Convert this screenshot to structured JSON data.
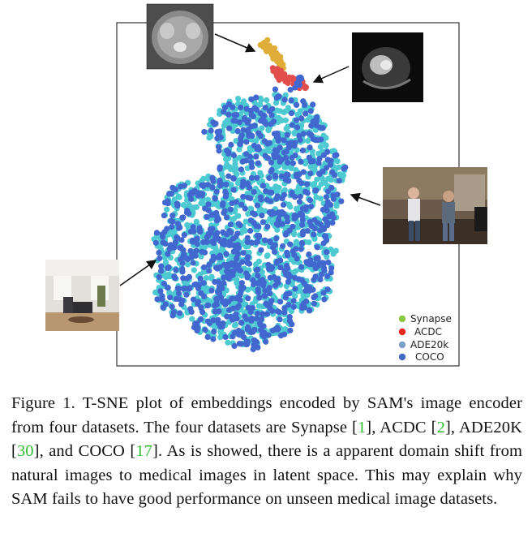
{
  "chart_data": {
    "type": "scatter",
    "title": "",
    "xlabel": "",
    "ylabel": "",
    "legend_position": "bottom-right",
    "series": [
      {
        "name": "Synapse",
        "color": "#8cc63e",
        "points": []
      },
      {
        "name": "ACDC",
        "color": "#e8261f",
        "points": []
      },
      {
        "name": "ADE20k",
        "color": "#7aa0cc",
        "points": []
      },
      {
        "name": "COCO",
        "color": "#3e6cc6",
        "points": []
      }
    ],
    "annotations": [
      {
        "target": "orange cluster",
        "thumbnail": "abdominal-ct-slice"
      },
      {
        "target": "red cluster",
        "thumbnail": "cardiac-mri-slice"
      },
      {
        "target": "right edge of main cluster",
        "thumbnail": "people-in-living-room-photo"
      },
      {
        "target": "left edge of main cluster",
        "thumbnail": "living-room-interior-photo"
      }
    ],
    "colors": {
      "turquoise": "#4cc9d1",
      "blue": "#4268cf",
      "orange": "#e0ad38",
      "red": "#e24e4b"
    }
  },
  "caption": {
    "prefix": "Figure 1. T-SNE plot of embeddings encoded by SAM's image encoder from four datasets. The four datasets are Synapse [",
    "ref1": "1",
    "sep1": "], ACDC [",
    "ref2": "2",
    "sep2": "], ADE20K [",
    "ref3": "30",
    "sep3": "], and COCO [",
    "ref4": "17",
    "suffix": "]. As is showed, there is a apparent domain shift from natural images to medical images in latent space. This may explain why SAM fails to have good performance on unseen medical image datasets."
  }
}
